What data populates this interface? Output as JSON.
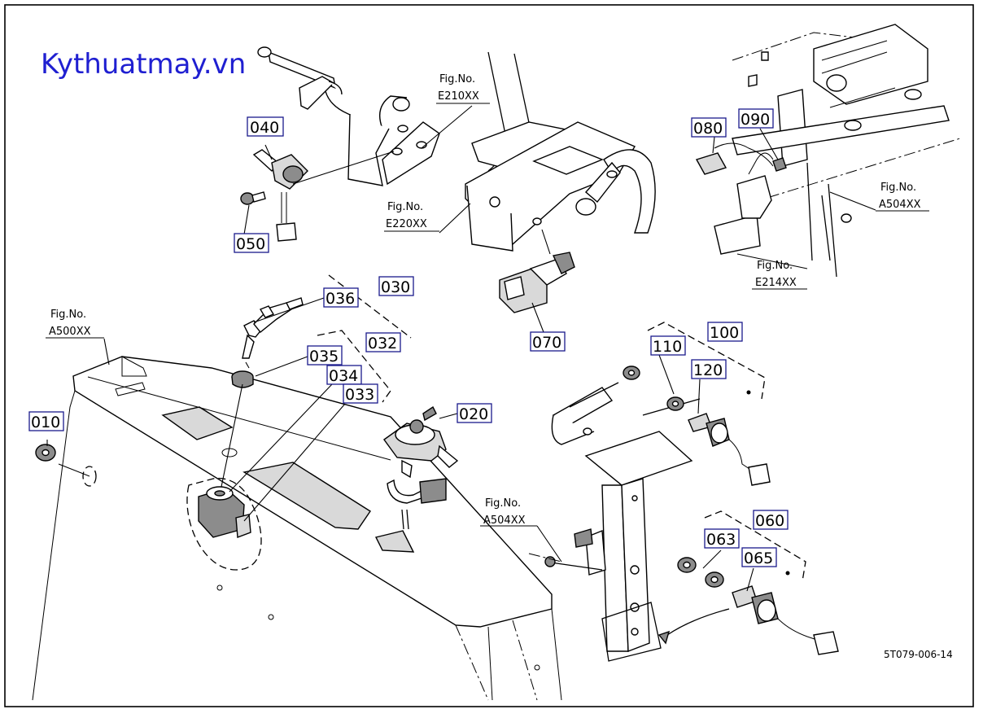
{
  "watermark": "Kythuatmay.vn",
  "drawing_code": "5T079-006-14",
  "colors": {
    "brand": "#1f1fd1",
    "label_border": "#1a1a8c",
    "line": "#000000",
    "background": "#ffffff"
  },
  "fig_refs": {
    "e210": {
      "line1": "Fig.No.",
      "line2": "E210XX"
    },
    "e220": {
      "line1": "Fig.No.",
      "line2": "E220XX"
    },
    "a504_top": {
      "line1": "Fig.No.",
      "line2": "A504XX"
    },
    "e214": {
      "line1": "Fig.No.",
      "line2": "E214XX"
    },
    "a500": {
      "line1": "Fig.No.",
      "line2": "A500XX"
    },
    "a504_bottom": {
      "line1": "Fig.No.",
      "line2": "A504XX"
    }
  },
  "part_labels": {
    "p010": "010",
    "p020": "020",
    "p030": "030",
    "p032": "032",
    "p033": "033",
    "p034": "034",
    "p035": "035",
    "p036": "036",
    "p040": "040",
    "p050": "050",
    "p060": "060",
    "p063": "063",
    "p065": "065",
    "p070": "070",
    "p080": "080",
    "p090": "090",
    "p100": "100",
    "p110": "110",
    "p120": "120"
  }
}
